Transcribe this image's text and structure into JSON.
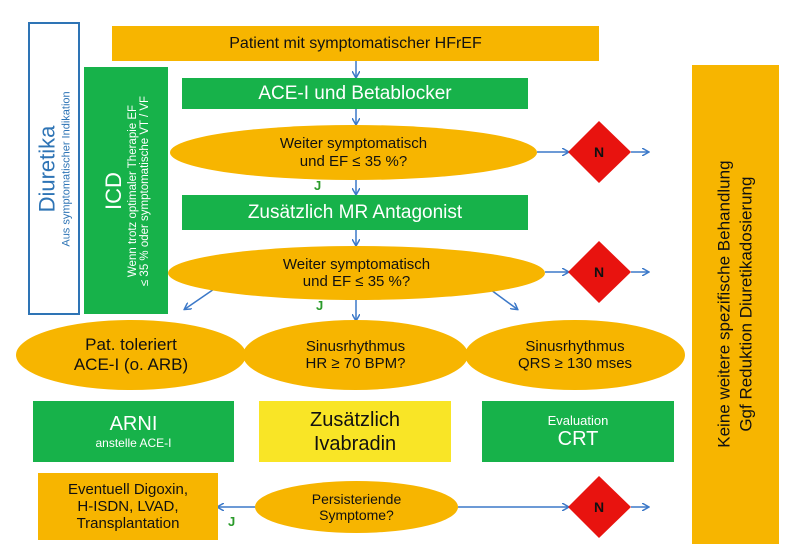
{
  "diuretics": {
    "title": "Diuretika",
    "subtitle": "Aus symptomatischer Indikation"
  },
  "icd": {
    "title": "ICD",
    "line1": "Wenn trotz optimaler Therapie EF",
    "line2": "≤ 35 % oder symptomatische VT / VF"
  },
  "right_panel": {
    "line1": "Keine weitere spezifische Behandlung",
    "line2": "Ggf Reduktion Diuretikadosierung"
  },
  "start": "Patient mit symptomatischer HFrEF",
  "step1": "ACE-I und Betablocker",
  "decision1": {
    "line1": "Weiter symptomatisch",
    "line2": "und EF ≤ 35 %?"
  },
  "step2": "Zusätzlich MR Antagonist",
  "decision2": {
    "line1": "Weiter symptomatisch",
    "line2": "und EF ≤ 35 %?"
  },
  "no_label": "N",
  "yes_label": "J",
  "branch_left": {
    "line1": "Pat. toleriert",
    "line2": "ACE-I (o. ARB)"
  },
  "branch_mid": {
    "line1": "Sinusrhythmus",
    "line2": "HR ≥ 70 BPM?"
  },
  "branch_right": {
    "line1": "Sinusrhythmus",
    "line2": "QRS ≥ 130 mses"
  },
  "arni": {
    "title": "ARNI",
    "subtitle": "anstelle ACE-I"
  },
  "ivabradin": {
    "line1": "Zusätzlich",
    "line2": "Ivabradin"
  },
  "crt": {
    "line1": "Evaluation",
    "line2": "CRT"
  },
  "decision3": {
    "line1": "Persisteriende",
    "line2": "Symptome?"
  },
  "final_left": {
    "line1": "Eventuell Digoxin,",
    "line2": "H-ISDN, LVAD,",
    "line3": "Transplantation"
  },
  "colors": {
    "orange": "#f7b500",
    "green": "#17b24a",
    "yellow": "#f9e526",
    "red": "#e8130f",
    "arrow": "#3b78c8",
    "blue_border": "#2e74b5"
  }
}
